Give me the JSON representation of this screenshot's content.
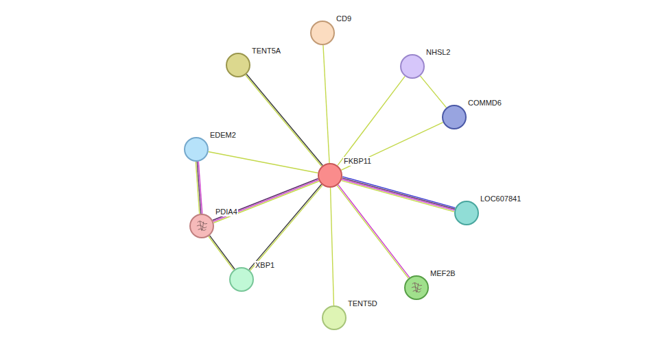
{
  "diagram": {
    "nodes": [
      {
        "text": [
          "CD9"
        ]
      },
      {
        "text": [
          "TENT5A"
        ]
      },
      {
        "text": [
          "NHSL2"
        ]
      },
      {
        "text": [
          "COMMD6"
        ]
      },
      {
        "text": [
          "EDEM2"
        ]
      },
      {
        "text": [
          "FKBP11"
        ]
      },
      {
        "text": [
          "LOC607841"
        ]
      },
      {
        "text": [
          "PDIA4"
        ]
      },
      {
        "text": [
          "XBP1"
        ]
      },
      {
        "text": [
          "MEF2B"
        ]
      },
      {
        "text": [
          "TENT5D"
        ]
      }
    ],
    "edges": [
      {
        "from": 5,
        "to": 0,
        "arrow": "none"
      },
      {
        "from": 5,
        "to": 1,
        "arrow": "none"
      },
      {
        "from": 5,
        "to": 2,
        "arrow": "none"
      },
      {
        "from": 5,
        "to": 3,
        "arrow": "none"
      },
      {
        "from": 5,
        "to": 4,
        "arrow": "none"
      },
      {
        "from": 5,
        "to": 6,
        "arrow": "none"
      },
      {
        "from": 5,
        "to": 7,
        "arrow": "none"
      },
      {
        "from": 5,
        "to": 8,
        "arrow": "none"
      },
      {
        "from": 5,
        "to": 9,
        "arrow": "none"
      },
      {
        "from": 5,
        "to": 10,
        "arrow": "none"
      },
      {
        "from": 2,
        "to": 3,
        "arrow": "none"
      },
      {
        "from": 4,
        "to": 7,
        "arrow": "none"
      },
      {
        "from": 7,
        "to": 8,
        "arrow": "none"
      }
    ]
  }
}
